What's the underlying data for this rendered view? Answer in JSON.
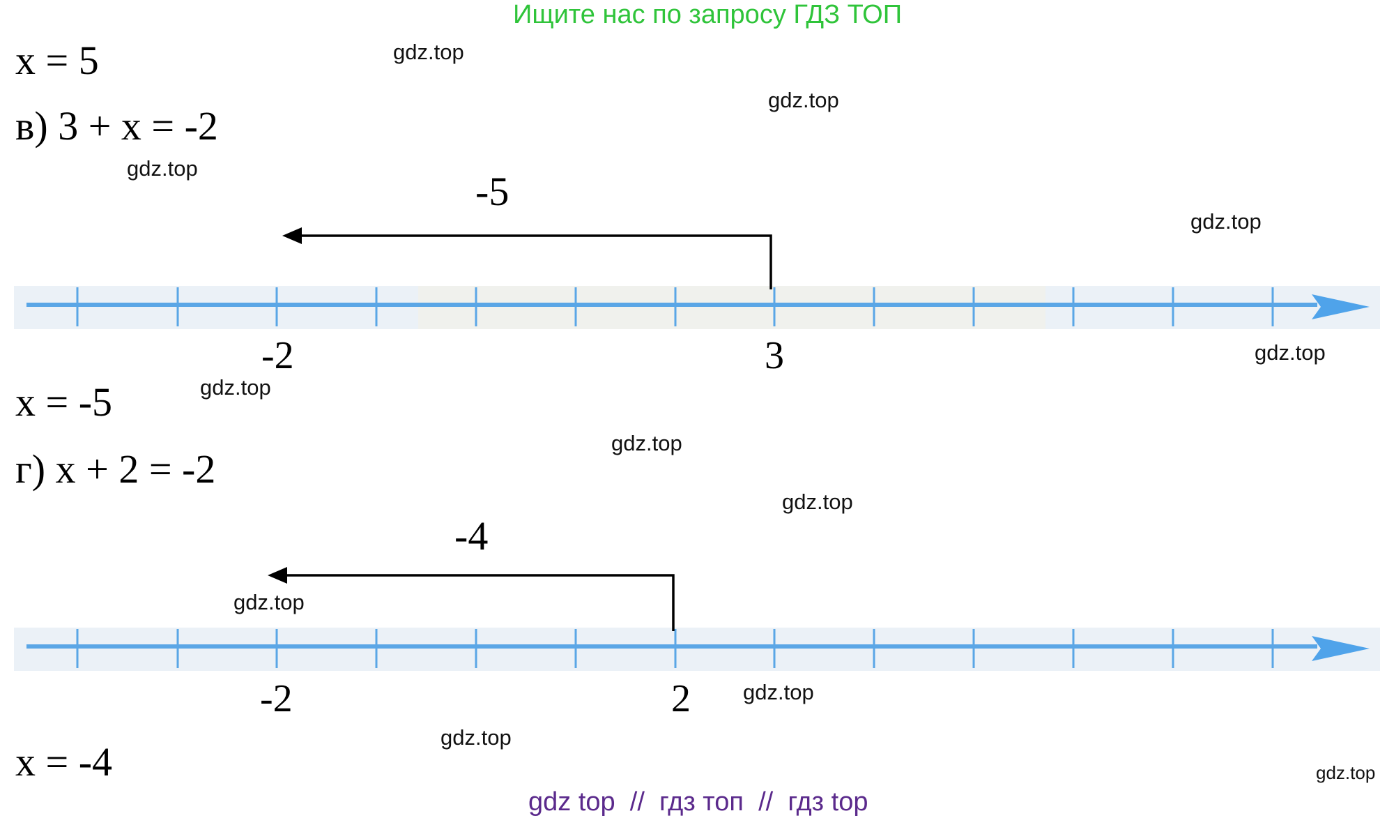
{
  "banner": "Ищите нас по запросу ГДЗ ТОП",
  "footer": "gdz top  //  гдз топ  //  гдз top",
  "watermark": "gdz.top",
  "lines": {
    "l1": "x = 5",
    "l2": "в) 3 + x = -2",
    "l3": "x = -5",
    "l4": "г) x + 2 = -2",
    "l5": "x = -4"
  },
  "problem_v": {
    "shift_label": "-5",
    "start_label": "3",
    "end_label": "-2"
  },
  "problem_g": {
    "shift_label": "-4",
    "start_label": "2",
    "end_label": "-2"
  },
  "colors": {
    "axis": "#5aa6e6",
    "axis_band": "#e7eef5",
    "arrow": "#000000",
    "banner": "#2fc43a",
    "footer": "#5b2a8c"
  }
}
